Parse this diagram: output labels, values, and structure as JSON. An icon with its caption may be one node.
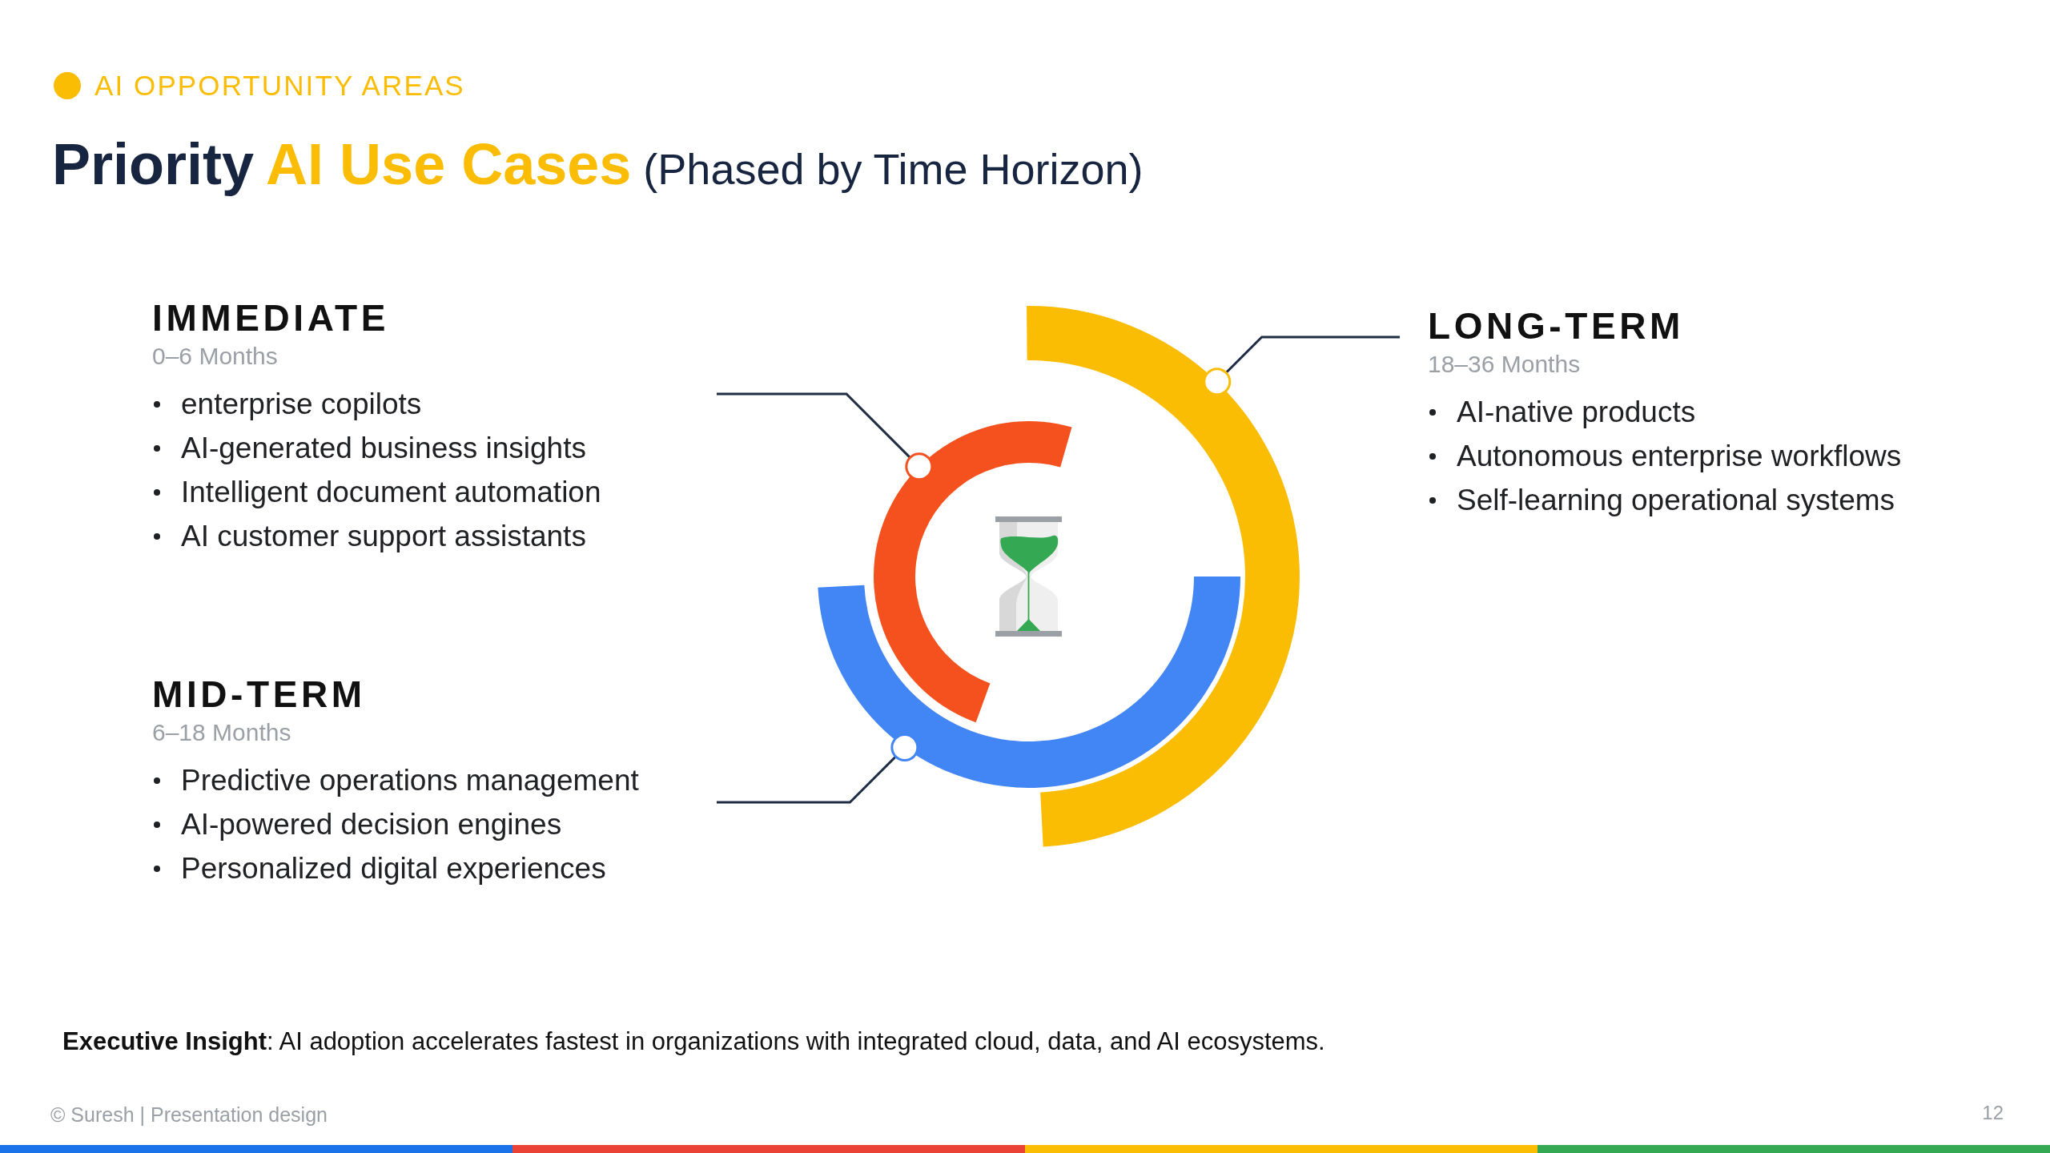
{
  "diagram": {
    "title": "**Priority** **AI Use Cases** (Phased by Time Horizon)",
    "nodes": [
      {
        "text": [
          "IMMEDIATE",
          "0–6 Months",
          "enterprise copilots",
          "AI-generated business insights",
          "Intelligent document automation",
          "AI customer support assistants"
        ]
      },
      {
        "text": [
          "LONG-TERM",
          "18–36 Months",
          "AI-native products",
          "Autonomous enterprise workflows",
          "Self-learning operational systems"
        ]
      },
      {
        "text": [
          "MID-TERM",
          "6–18 Months",
          "Predictive operations management",
          "AI-powered decision engines",
          "Personalized digital experiences"
        ]
      },
      {
        "text": [],
        "shape": "arc"
      },
      {
        "text": [],
        "shape": "arc"
      },
      {
        "text": [],
        "shape": "arc"
      }
    ],
    "edges": [
      {
        "from": 0,
        "to": 3,
        "arrow": "other"
      },
      {
        "from": 1,
        "to": 4,
        "arrow": "other"
      },
      {
        "from": 2,
        "to": 5,
        "arrow": "other"
      }
    ],
    "labels": [
      "AI OPPORTUNITY AREAS",
      "**Executive Insight**: AI adoption accelerates fastest in organizations with integrated cloud, data, and AI ecosystems.",
      "© Suresh | Presentation design",
      "12"
    ]
  }
}
